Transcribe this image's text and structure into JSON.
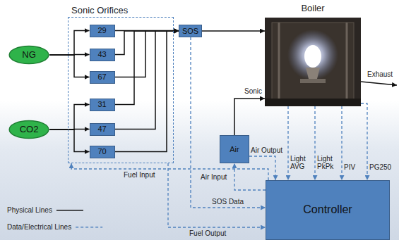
{
  "diagram": {
    "nodes": [
      {
        "text": [
          "Sonic Orifices"
        ]
      },
      {
        "text": [
          "29"
        ],
        "in": 0
      },
      {
        "text": [
          "43"
        ],
        "in": 0
      },
      {
        "text": [
          "67"
        ],
        "in": 0
      },
      {
        "text": [
          "31"
        ],
        "in": 0
      },
      {
        "text": [
          "47"
        ],
        "in": 0
      },
      {
        "text": [
          "70"
        ],
        "in": 0
      },
      {
        "text": [
          "NG"
        ]
      },
      {
        "text": [
          "CO2"
        ]
      },
      {
        "text": [
          "SOS"
        ]
      },
      {
        "text": [
          "Boiler"
        ]
      },
      {
        "text": [
          "Air"
        ]
      },
      {
        "text": [
          "Controller"
        ]
      }
    ],
    "edges": [
      {
        "from": 7,
        "to": 1,
        "arrow": "to"
      },
      {
        "from": 7,
        "to": 2,
        "arrow": "to"
      },
      {
        "from": 7,
        "to": 3,
        "arrow": "to"
      },
      {
        "from": 8,
        "to": 4,
        "arrow": "to"
      },
      {
        "from": 8,
        "to": 5,
        "arrow": "to"
      },
      {
        "from": 8,
        "to": 6,
        "arrow": "to"
      },
      {
        "from": 1,
        "to": 9,
        "arrow": "to"
      },
      {
        "from": 2,
        "to": 9,
        "arrow": "to"
      },
      {
        "from": 3,
        "to": 9,
        "arrow": "to"
      },
      {
        "from": 4,
        "to": 9,
        "arrow": "to"
      },
      {
        "from": 5,
        "to": 9,
        "arrow": "to"
      },
      {
        "from": 6,
        "to": 9,
        "arrow": "to"
      },
      {
        "from": 9,
        "to": 10,
        "arrow": "to"
      },
      {
        "from": 11,
        "to": 10,
        "label": "Sonic",
        "arrow": "to"
      },
      {
        "from": 10,
        "to": 12,
        "label": "Light AVG",
        "arrow": "to"
      },
      {
        "from": 10,
        "to": 12,
        "label": "Light PkPk",
        "arrow": "to"
      },
      {
        "from": 10,
        "to": 12,
        "label": "PIV",
        "arrow": "to"
      },
      {
        "from": 10,
        "to": 12,
        "label": "PG250",
        "arrow": "to"
      },
      {
        "from": 9,
        "to": 12,
        "label": "SOS Data",
        "arrow": "to"
      },
      {
        "from": 11,
        "to": 12,
        "label": "Air Output",
        "arrow": "to"
      },
      {
        "from": 12,
        "to": 11,
        "label": "Air Input",
        "arrow": "to"
      },
      {
        "from": 12,
        "to": 0,
        "label": "Fuel Input",
        "arrow": "to"
      },
      {
        "from": 0,
        "to": 12,
        "label": "Fuel Output",
        "arrow": "to"
      }
    ],
    "labels": [
      "Exhaust"
    ],
    "legend": [
      {
        "text": "Physical Lines"
      },
      {
        "text": "Data/Electrical Lines"
      }
    ]
  }
}
